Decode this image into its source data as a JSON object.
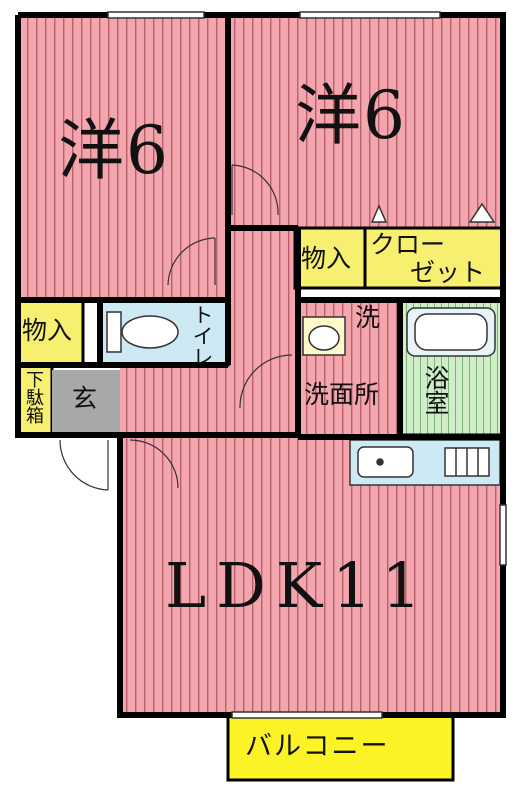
{
  "rooms": {
    "western1": {
      "name": "洋",
      "size": "6"
    },
    "western2": {
      "name": "洋",
      "size": "6"
    },
    "storage1": "物入",
    "storage2": "物入",
    "closet": [
      "クロー",
      "ゼット"
    ],
    "toilet": "トイレ",
    "wash_mark": "洗",
    "washroom": "洗面所",
    "bath": "浴室",
    "shoe_box": "下駄箱",
    "entrance_mark": "玄",
    "ldk": "LDK11",
    "balcony": "バルコニー"
  },
  "colors": {
    "room_fill": "#f4a6ae",
    "stripe": "#b8606a",
    "storage_fill": "#f6ef70",
    "bath_fill": "#cfeec8",
    "kitchen_fill": "#cdeaf4",
    "entrance_fill": "#a8a8a8",
    "wall": "#000000"
  }
}
